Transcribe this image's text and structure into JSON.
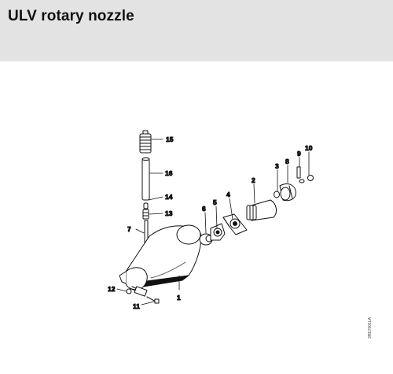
{
  "title": "ULV rotary nozzle",
  "image_code": "3RE7001LA",
  "callouts": {
    "c1": "1",
    "c2": "2",
    "c3": "3",
    "c4": "4",
    "c5": "5",
    "c6": "6",
    "c7": "7",
    "c8": "8",
    "c9": "9",
    "c10": "10",
    "c11": "11",
    "c12": "12",
    "c13": "13",
    "c14": "14",
    "c15": "15",
    "c16": "16"
  }
}
